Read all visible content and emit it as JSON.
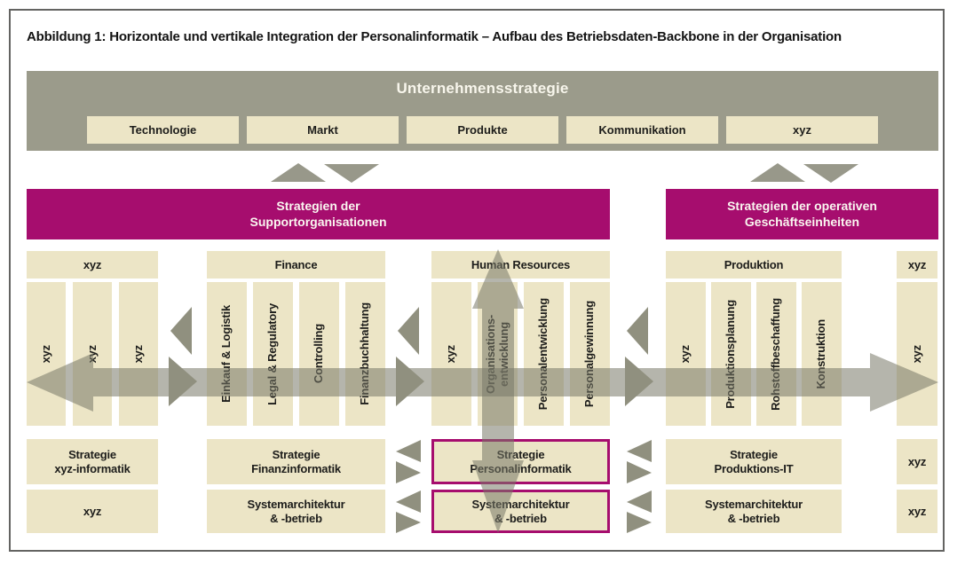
{
  "caption": "Abbildung 1: Horizontale und vertikale Integration der Personalinformatik – Aufbau des Betriebsdaten-Backbone in der Organisation",
  "colors": {
    "olive": "#9b9b8b",
    "beige": "#ece5c6",
    "magenta": "#a60d6e",
    "arrow_gray": "#90907f",
    "backbone_overlay": "rgba(120,120,103,0.55)"
  },
  "corporate": {
    "title": "Unternehmensstrategie",
    "items": [
      "Technologie",
      "Markt",
      "Produkte",
      "Kommunikation",
      "xyz"
    ]
  },
  "strategy_bars": {
    "support": "Strategien der\nSupportorganisationen",
    "operative": "Strategien der operativen\nGeschäftseinheiten"
  },
  "groups": [
    {
      "header": "xyz",
      "columns": [
        "xyz",
        "xyz",
        "xyz"
      ],
      "strategy": "Strategie\nxyz-informatik",
      "architecture": "xyz"
    },
    {
      "header": "Finance",
      "columns": [
        "Einkauf & Logistik",
        "Legal & Regulatory",
        "Controlling",
        "Finanzbuchhaltung"
      ],
      "strategy": "Strategie\nFinanzinformatik",
      "architecture": "Systemarchitektur\n& -betrieb"
    },
    {
      "header": "Human Resources",
      "columns": [
        "xyz",
        "Organisations-\nentwicklung",
        "Personalentwicklung",
        "Personalgewinnung"
      ],
      "strategy": "Strategie\nPersonalinformatik",
      "architecture": "Systemarchitektur\n& -betrieb",
      "highlighted": true
    },
    {
      "header": "Produktion",
      "columns": [
        "xyz",
        "Produktionsplanung",
        "Rohstoffbeschaffung",
        "Konstruktion"
      ],
      "strategy": "Strategie\nProduktions-IT",
      "architecture": "Systemarchitektur\n& -betrieb"
    },
    {
      "header": "xyz",
      "columns": [
        "xyz"
      ],
      "strategy": "xyz",
      "architecture": "xyz"
    }
  ]
}
